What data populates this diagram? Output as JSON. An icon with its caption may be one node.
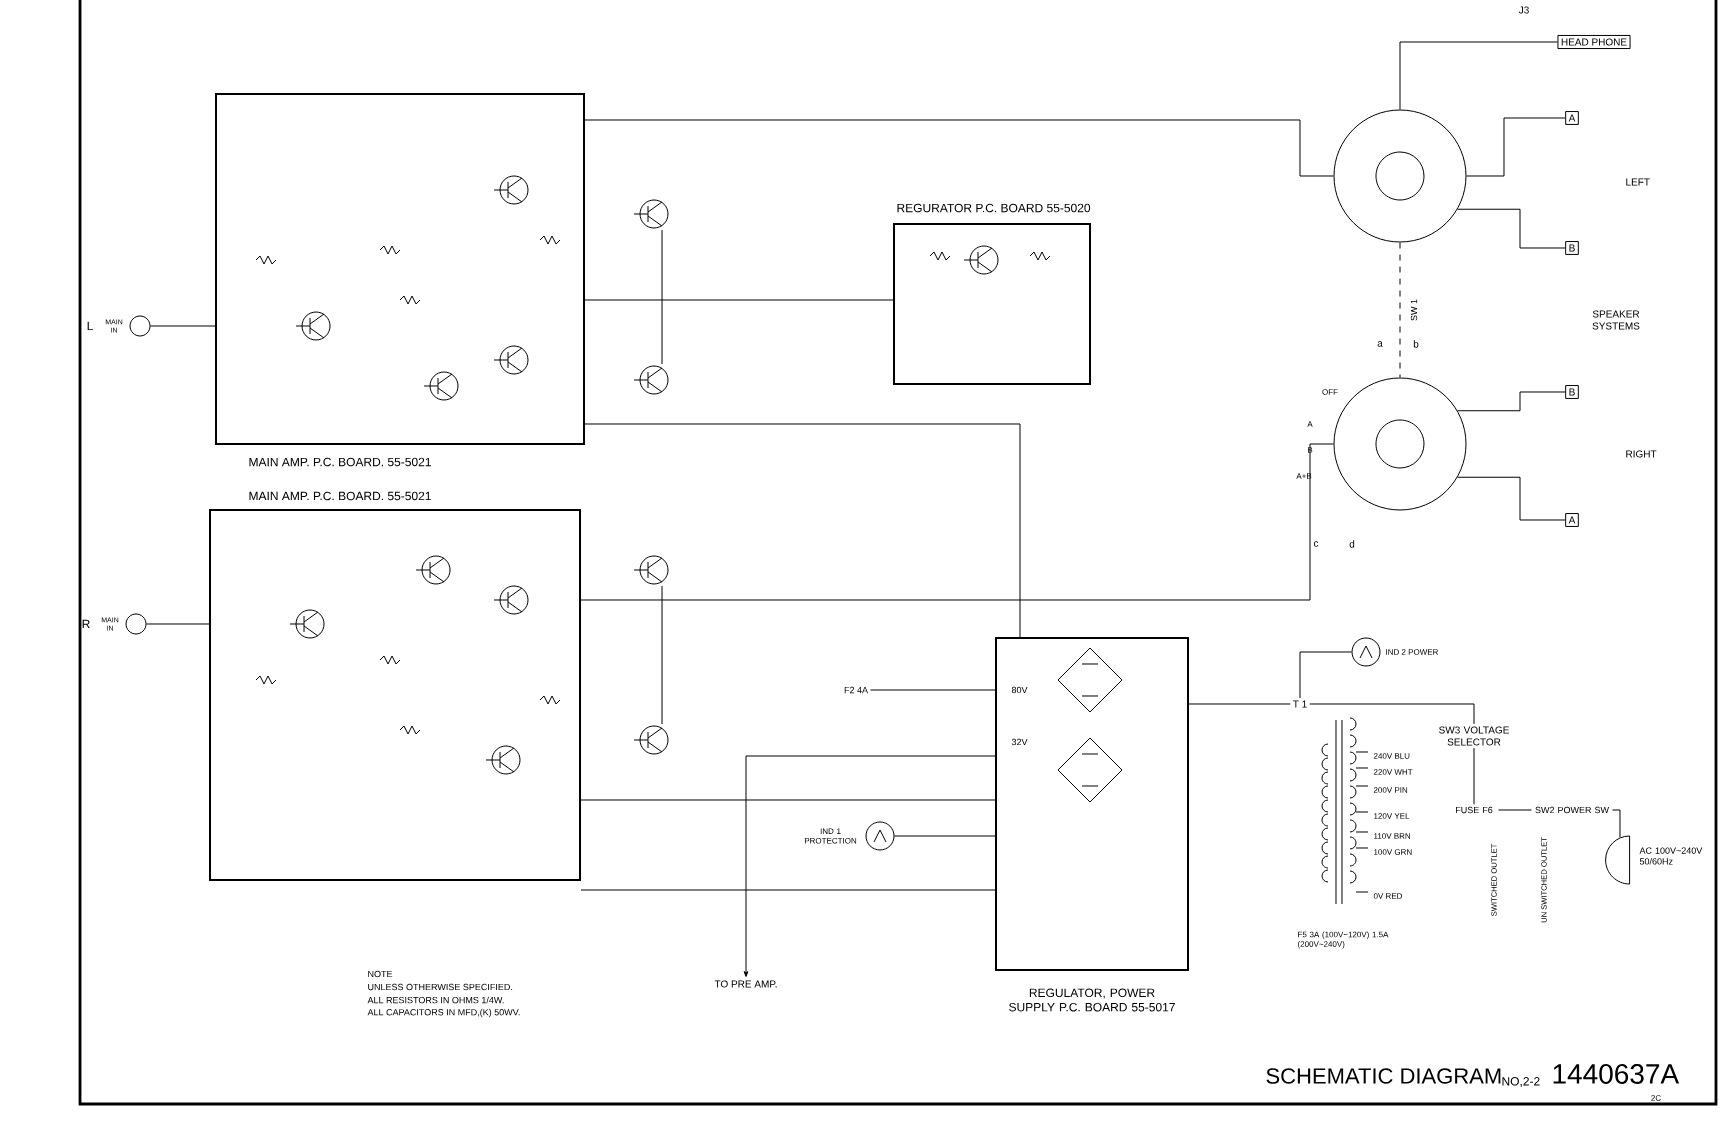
{
  "diagram": {
    "nodes": [
      {
        "text": [
          "MAIN AMP. P.C. BOARD. 55-5021"
        ]
      },
      {
        "text": [
          "MAIN AMP. P.C. BOARD. 55-5021"
        ]
      },
      {
        "text": [
          "REGURATOR P.C. BOARD 55-5020"
        ]
      },
      {
        "text": [
          "REGULATOR, POWER SUPPLY P.C. BOARD 55-5017"
        ]
      },
      {
        "text": [],
        "shape": "circle",
        "beside": [
          "L",
          "MAIN IN"
        ]
      },
      {
        "text": [],
        "shape": "circle",
        "beside": [
          "R",
          "MAIN IN"
        ]
      },
      {
        "text": [
          "HEAD PHONE"
        ],
        "beside": [
          "J3"
        ]
      },
      {
        "text": [],
        "shape": "circle"
      },
      {
        "text": [],
        "shape": "circle",
        "beside": [
          "OFF",
          "A",
          "B",
          "A+B"
        ]
      },
      {
        "text": [
          "A"
        ]
      },
      {
        "text": [
          "B"
        ]
      },
      {
        "text": [
          "B"
        ]
      },
      {
        "text": [
          "A"
        ]
      },
      {
        "text": [],
        "shape": "circle",
        "beside": [
          "IND 1 PROTECTION"
        ]
      },
      {
        "text": [],
        "shape": "circle",
        "beside": [
          "IND 2 POWER"
        ]
      },
      {
        "text": [
          "T 1"
        ]
      },
      {
        "text": [
          "SW3 VOLTAGE SELECTOR"
        ]
      },
      {
        "text": [
          "FUSE F6"
        ]
      },
      {
        "text": [
          "SW2 POWER SW"
        ]
      },
      {
        "text": [],
        "shape": "plug",
        "beside": [
          "AC 100V~240V 50/60Hz"
        ]
      },
      {
        "text": [
          "TO PRE AMP."
        ]
      },
      {
        "text": [
          "F2 4A"
        ]
      }
    ],
    "edges": [
      {
        "from": 4,
        "to": 0,
        "arrow": "none"
      },
      {
        "from": 5,
        "to": 1,
        "arrow": "none"
      },
      {
        "from": 0,
        "to": 7,
        "arrow": "none"
      },
      {
        "from": 1,
        "to": 8,
        "arrow": "none"
      },
      {
        "from": 7,
        "to": 6,
        "arrow": "none"
      },
      {
        "from": 7,
        "to": 9,
        "arrow": "none"
      },
      {
        "from": 7,
        "to": 10,
        "arrow": "none"
      },
      {
        "from": 8,
        "to": 11,
        "arrow": "none"
      },
      {
        "from": 8,
        "to": 12,
        "arrow": "none"
      },
      {
        "from": 2,
        "to": 0,
        "arrow": "none"
      },
      {
        "from": 3,
        "to": 1,
        "arrow": "none"
      },
      {
        "from": 21,
        "to": 3,
        "arrow": "none"
      },
      {
        "from": 13,
        "to": 3,
        "arrow": "none"
      },
      {
        "from": 14,
        "to": 15,
        "arrow": "none"
      },
      {
        "from": 15,
        "to": 3,
        "arrow": "none"
      },
      {
        "from": 15,
        "to": 16,
        "arrow": "none"
      },
      {
        "from": 16,
        "to": 17,
        "arrow": "none"
      },
      {
        "from": 17,
        "to": 18,
        "arrow": "none"
      },
      {
        "from": 18,
        "to": 19,
        "arrow": "none"
      },
      {
        "from": 3,
        "to": 20,
        "arrow": "to"
      },
      {
        "from": 0,
        "to": 3,
        "arrow": "none"
      },
      {
        "from": 1,
        "to": 3,
        "arrow": "none"
      },
      {
        "from": 7,
        "to": 8,
        "arrow": "none",
        "style": "dashed"
      }
    ],
    "labels": [
      "NOTE",
      "UNLESS OTHERWISE SPECIFIED.",
      "ALL RESISTORS IN OHMS 1/4W.",
      "ALL CAPACITORS IN MFD,(K) 50WV.",
      "SCHEMATIC DIAGRAM",
      "NO,2-2",
      "1440637A",
      "2C",
      "LEFT",
      "SPEAKER SYSTEMS",
      "RIGHT",
      "SW 1",
      "a",
      "b",
      "c",
      "d",
      "80V",
      "32V",
      "240V BLU",
      "220V WHT",
      "200V PIN",
      "120V YEL",
      "110V BRN",
      "100V GRN",
      "0V RED",
      "F5 3A (100V~120V) 1.5A (200V~240V)",
      "SWITCHED OUTLET",
      "UN SWITCHED OUTLET"
    ]
  }
}
